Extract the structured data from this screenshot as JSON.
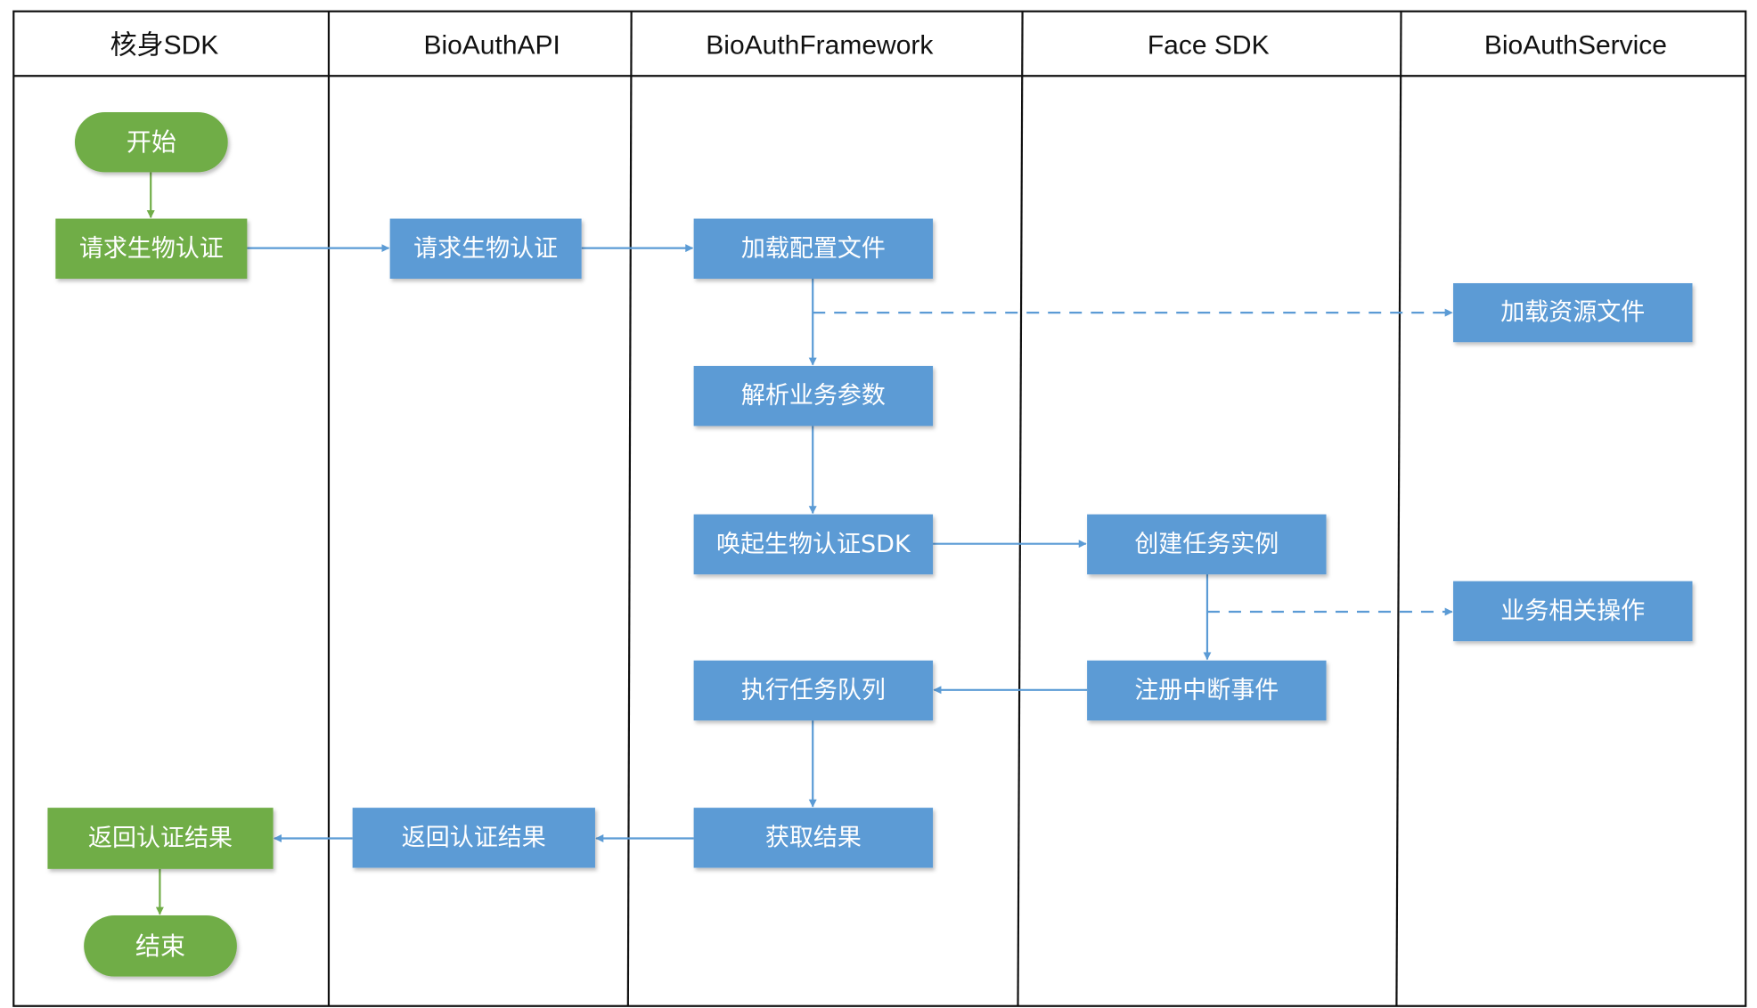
{
  "colors": {
    "green": "#70ad47",
    "blue": "#5b9bd5",
    "border": "#111111",
    "text_on_shape": "#ffffff"
  },
  "lanes": [
    {
      "id": "hssdk",
      "title": "核身SDK"
    },
    {
      "id": "api",
      "title": "BioAuthAPI"
    },
    {
      "id": "fw",
      "title": "BioAuthFramework"
    },
    {
      "id": "face",
      "title": "Face SDK"
    },
    {
      "id": "svc",
      "title": "BioAuthService"
    }
  ],
  "nodes": [
    {
      "id": "start",
      "lane": "hssdk",
      "shape": "terminal",
      "color": "green",
      "label": "开始"
    },
    {
      "id": "req1",
      "lane": "hssdk",
      "shape": "process",
      "color": "green",
      "label": "请求生物认证"
    },
    {
      "id": "req2",
      "lane": "api",
      "shape": "process",
      "color": "blue",
      "label": "请求生物认证"
    },
    {
      "id": "loadcfg",
      "lane": "fw",
      "shape": "process",
      "color": "blue",
      "label": "加载配置文件"
    },
    {
      "id": "loadres",
      "lane": "svc",
      "shape": "process",
      "color": "blue",
      "label": "加载资源文件"
    },
    {
      "id": "parse",
      "lane": "fw",
      "shape": "process",
      "color": "blue",
      "label": "解析业务参数"
    },
    {
      "id": "invoke",
      "lane": "fw",
      "shape": "process",
      "color": "blue",
      "label": "唤起生物认证SDK"
    },
    {
      "id": "create",
      "lane": "face",
      "shape": "process",
      "color": "blue",
      "label": "创建任务实例"
    },
    {
      "id": "bizop",
      "lane": "svc",
      "shape": "process",
      "color": "blue",
      "label": "业务相关操作"
    },
    {
      "id": "exec",
      "lane": "fw",
      "shape": "process",
      "color": "blue",
      "label": "执行任务队列"
    },
    {
      "id": "reg",
      "lane": "face",
      "shape": "process",
      "color": "blue",
      "label": "注册中断事件"
    },
    {
      "id": "getres",
      "lane": "fw",
      "shape": "process",
      "color": "blue",
      "label": "获取结果"
    },
    {
      "id": "ret2",
      "lane": "api",
      "shape": "process",
      "color": "blue",
      "label": "返回认证结果"
    },
    {
      "id": "ret1",
      "lane": "hssdk",
      "shape": "process",
      "color": "green",
      "label": "返回认证结果"
    },
    {
      "id": "end",
      "lane": "hssdk",
      "shape": "terminal",
      "color": "green",
      "label": "结束"
    }
  ],
  "edges": [
    {
      "from": "start",
      "to": "req1",
      "style": "solid",
      "color": "green"
    },
    {
      "from": "req1",
      "to": "req2",
      "style": "solid",
      "color": "blue"
    },
    {
      "from": "req2",
      "to": "loadcfg",
      "style": "solid",
      "color": "blue"
    },
    {
      "from": "loadcfg",
      "to": "parse",
      "style": "solid",
      "color": "blue"
    },
    {
      "from": "loadcfg",
      "to": "loadres",
      "style": "dashed",
      "color": "blue"
    },
    {
      "from": "parse",
      "to": "invoke",
      "style": "solid",
      "color": "blue"
    },
    {
      "from": "invoke",
      "to": "create",
      "style": "solid",
      "color": "blue"
    },
    {
      "from": "create",
      "to": "reg",
      "style": "solid",
      "color": "blue"
    },
    {
      "from": "create",
      "to": "bizop",
      "style": "dashed",
      "color": "blue"
    },
    {
      "from": "reg",
      "to": "exec",
      "style": "solid",
      "color": "blue"
    },
    {
      "from": "exec",
      "to": "getres",
      "style": "solid",
      "color": "blue"
    },
    {
      "from": "getres",
      "to": "ret2",
      "style": "solid",
      "color": "blue"
    },
    {
      "from": "ret2",
      "to": "ret1",
      "style": "solid",
      "color": "blue"
    },
    {
      "from": "ret1",
      "to": "end",
      "style": "solid",
      "color": "green"
    }
  ]
}
